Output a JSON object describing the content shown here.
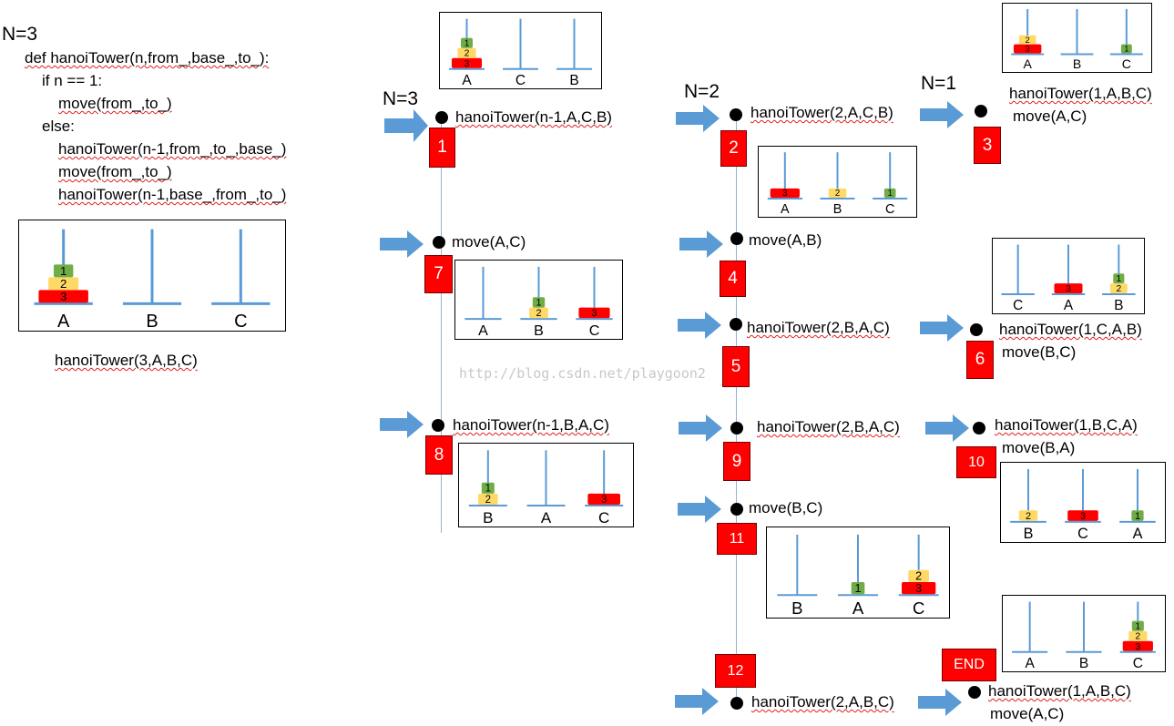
{
  "code": {
    "n_label": "N=3",
    "lines": [
      "def hanoiTower(n,from_,base_,to_):",
      "if n == 1:",
      "move(from_,to_)",
      "else:",
      "hanoiTower(n-1,from_,to_,base_)",
      "move(from_,to_)",
      "hanoiTower(n-1,base_,from_,to_)"
    ],
    "call": "hanoiTower(3,A,B,C)"
  },
  "levels": {
    "n3": "N=3",
    "n2": "N=2",
    "n1": "N=1"
  },
  "colors": {
    "red": "#ff0000",
    "yellow": "#ffd966",
    "green": "#70ad47",
    "pole": "#5b9bd5",
    "arrow": "#5b9bd5"
  },
  "steps": {
    "s1": {
      "call": "hanoiTower(n-1,A,C,B)",
      "badge": "1"
    },
    "s2": {
      "call": "hanoiTower(2,A,C,B)",
      "badge": "2"
    },
    "s3": {
      "call": "hanoiTower(1,A,B,C)",
      "move": "move(A,C)",
      "badge": "3"
    },
    "s4": {
      "call": "move(A,B)",
      "badge": "4"
    },
    "s5": {
      "call": "hanoiTower(2,B,A,C)",
      "badge": "5"
    },
    "s6": {
      "call": "hanoiTower(1,C,A,B)",
      "move": "move(B,C)",
      "badge": "6"
    },
    "s7": {
      "call": "move(A,C)",
      "badge": "7"
    },
    "s8": {
      "call": "hanoiTower(n-1,B,A,C)",
      "badge": "8"
    },
    "s9": {
      "call": "hanoiTower(2,B,A,C)",
      "badge": "9"
    },
    "s10": {
      "call": "hanoiTower(1,B,C,A)",
      "move": "move(B,A)",
      "badge": "10"
    },
    "s11": {
      "call": "move(B,C)",
      "badge": "11"
    },
    "s12": {
      "call": "hanoiTower(2,A,B,C)",
      "badge": "12"
    },
    "end": {
      "call": "hanoiTower(1,A,B,C)",
      "move": "move(A,C)",
      "badge": "END"
    }
  },
  "towers": [
    {
      "id": "t0",
      "labels": [
        "A",
        "B",
        "C"
      ],
      "pegs": [
        [
          3,
          2,
          1
        ],
        [],
        []
      ]
    },
    {
      "id": "t1",
      "labels": [
        "A",
        "C",
        "B"
      ],
      "pegs": [
        [
          3,
          2,
          1
        ],
        [],
        []
      ]
    },
    {
      "id": "t3",
      "labels": [
        "A",
        "B",
        "C"
      ],
      "pegs": [
        [
          3,
          2
        ],
        [],
        [
          1
        ]
      ]
    },
    {
      "id": "t2",
      "labels": [
        "A",
        "B",
        "C"
      ],
      "pegs": [
        [
          3
        ],
        [
          2
        ],
        [
          1
        ]
      ]
    },
    {
      "id": "t6",
      "labels": [
        "C",
        "A",
        "B"
      ],
      "pegs": [
        [],
        [
          3
        ],
        [
          2,
          1
        ]
      ]
    },
    {
      "id": "t7",
      "labels": [
        "A",
        "B",
        "C"
      ],
      "pegs": [
        [],
        [
          2,
          1
        ],
        [
          3
        ]
      ]
    },
    {
      "id": "t8",
      "labels": [
        "B",
        "A",
        "C"
      ],
      "pegs": [
        [
          2,
          1
        ],
        [],
        [
          3
        ]
      ]
    },
    {
      "id": "t10",
      "labels": [
        "B",
        "C",
        "A"
      ],
      "pegs": [
        [
          2
        ],
        [
          3
        ],
        [
          1
        ]
      ]
    },
    {
      "id": "t11",
      "labels": [
        "B",
        "A",
        "C"
      ],
      "pegs": [
        [],
        [
          1
        ],
        [
          3,
          2
        ]
      ]
    },
    {
      "id": "tend",
      "labels": [
        "A",
        "B",
        "C"
      ],
      "pegs": [
        [],
        [],
        [
          3,
          2,
          1
        ]
      ]
    }
  ],
  "watermark": "http://blog.csdn.net/playgoon2"
}
